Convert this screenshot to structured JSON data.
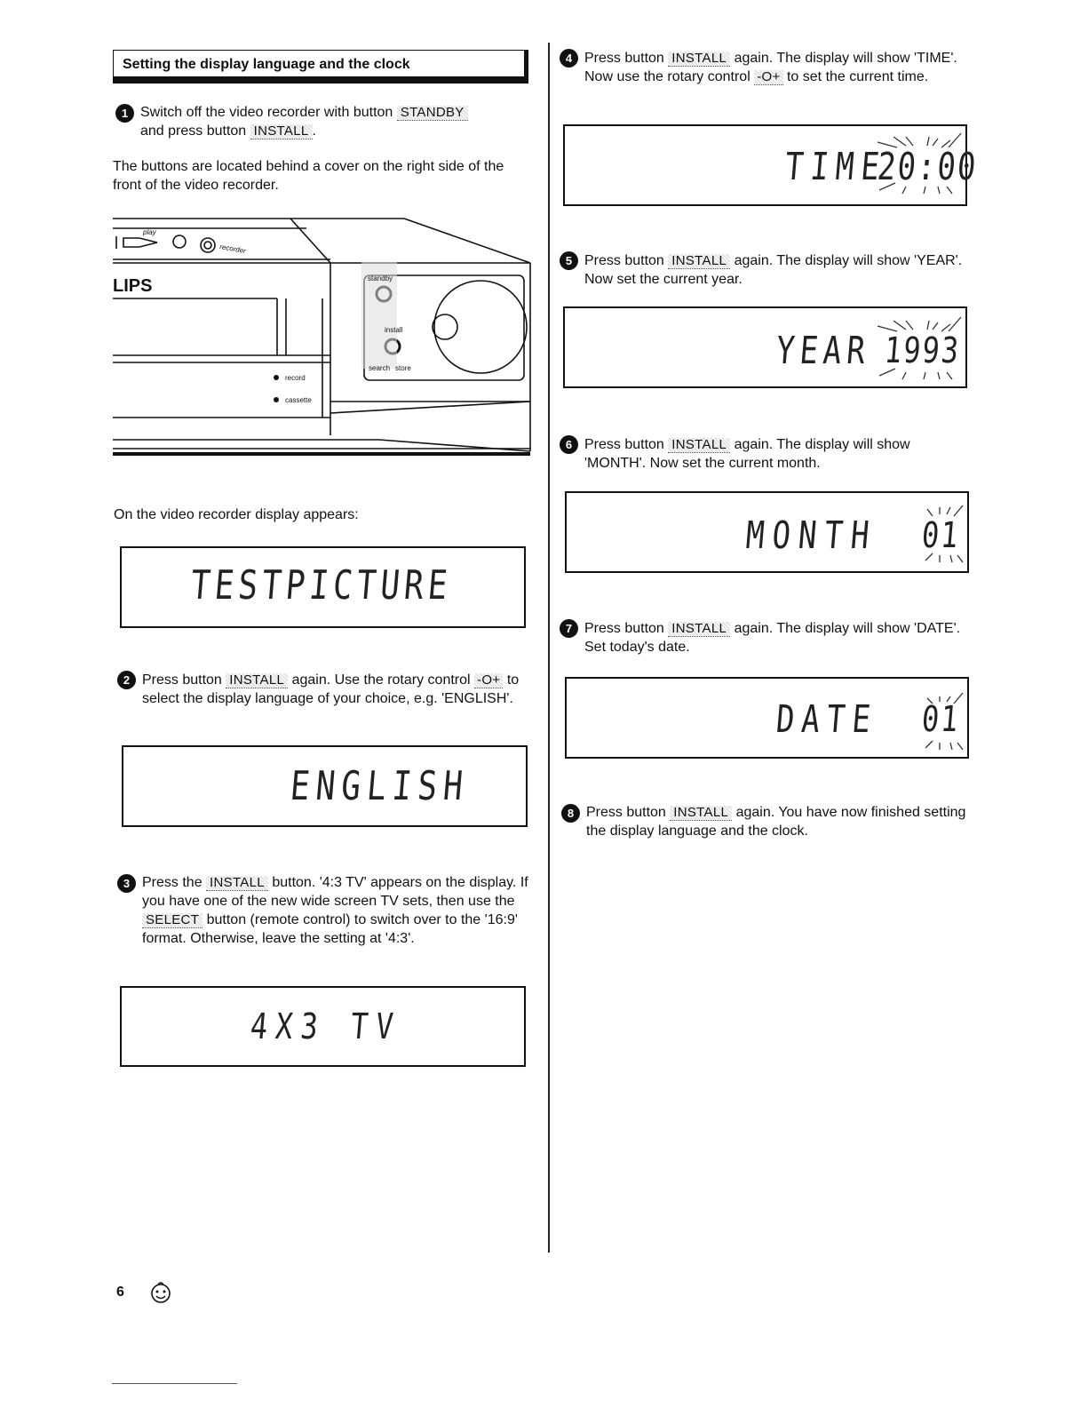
{
  "header": {
    "title": "Setting the display language and the clock"
  },
  "steps": {
    "s1": {
      "num": "1",
      "a": "Switch off the video recorder with button",
      "key": "STANDBY",
      "b": "and press button",
      "key2": "INSTALL",
      "c": "."
    },
    "s1_note": "The buttons are located behind a cover on the right side of the front of the video recorder.",
    "display_appears": "On the video recorder display appears:",
    "s2": {
      "num": "2",
      "a": "Press button",
      "key": "INSTALL",
      "b": "again. Use the rotary control",
      "rot": "-O+",
      "c": "to select the display language of your choice, e.g. 'ENGLISH'."
    },
    "s3": {
      "num": "3",
      "a": "Press the",
      "key": "INSTALL",
      "b": "button. '4:3 TV' appears on the display. If you have one of the new wide screen TV sets, then use the",
      "key2": "SELECT",
      "c": "button (remote control) to switch over to the '16:9' format. Otherwise, leave the setting at '4:3'."
    },
    "s4": {
      "num": "4",
      "a": "Press button",
      "key": "INSTALL",
      "b": "again. The display will show 'TIME'. Now use the rotary control",
      "rot": "-O+",
      "c": "to set the current time."
    },
    "s5": {
      "num": "5",
      "a": "Press button",
      "key": "INSTALL",
      "b": "again. The display will show 'YEAR'. Now set the current year."
    },
    "s6": {
      "num": "6",
      "a": "Press button",
      "key": "INSTALL",
      "b": "again. The display will show 'MONTH'. Now set the current month."
    },
    "s7": {
      "num": "7",
      "a": "Press button",
      "key": "INSTALL",
      "b": "again. The display will show 'DATE'. Set today's date."
    },
    "s8": {
      "num": "8",
      "a": "Press button",
      "key": "INSTALL",
      "b": "again. You have now finished setting the display language and the clock."
    }
  },
  "displays": {
    "testpicture": "TESTPICTURE",
    "english": "ENGLISH",
    "tv43": "4X3 TV",
    "time": {
      "label": "TIME",
      "value": "20:00"
    },
    "year": {
      "label": "YEAR",
      "value": "1993"
    },
    "month": {
      "label": "MONTH",
      "value": "01"
    },
    "date": {
      "label": "DATE",
      "value": "01"
    }
  },
  "illustration": {
    "brand": "LIPS",
    "play": "play",
    "recorder": "recorder",
    "standby": "standby",
    "install": "install",
    "search": "search",
    "store": "store",
    "record": "record",
    "cassette": "cassette"
  },
  "footer": {
    "page": "6"
  }
}
